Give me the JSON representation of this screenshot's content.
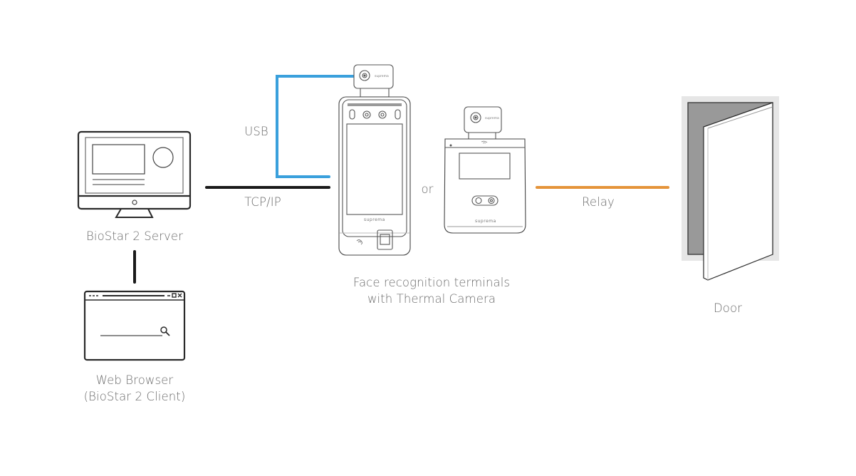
{
  "nodes": {
    "server": {
      "label": "BioStar 2 Server",
      "icon": "monitor-icon"
    },
    "browser": {
      "label_line1": "Web Browser",
      "label_line2": "(BioStar 2 Client)",
      "icon": "browser-window-icon"
    },
    "terminals": {
      "label_line1": "Face recognition terminals",
      "label_line2": "with Thermal Camera",
      "separator": "or",
      "brand": "suprema",
      "icons": [
        "tall-face-terminal-icon",
        "compact-face-terminal-icon",
        "thermal-camera-icon"
      ]
    },
    "door": {
      "label": "Door",
      "icon": "door-icon"
    }
  },
  "connections": {
    "usb": {
      "label": "USB",
      "color": "#3aa0dc"
    },
    "tcpip": {
      "label": "TCP/IP",
      "color": "#1a1a1a"
    },
    "relay": {
      "label": "Relay",
      "color": "#e5943a"
    },
    "server_browser": {
      "color": "#1a1a1a"
    }
  },
  "colors": {
    "text": "#6b6b6b",
    "outline": "#2a2a2a",
    "door_frame": "#e6e6e6",
    "door_opening": "#999999"
  }
}
